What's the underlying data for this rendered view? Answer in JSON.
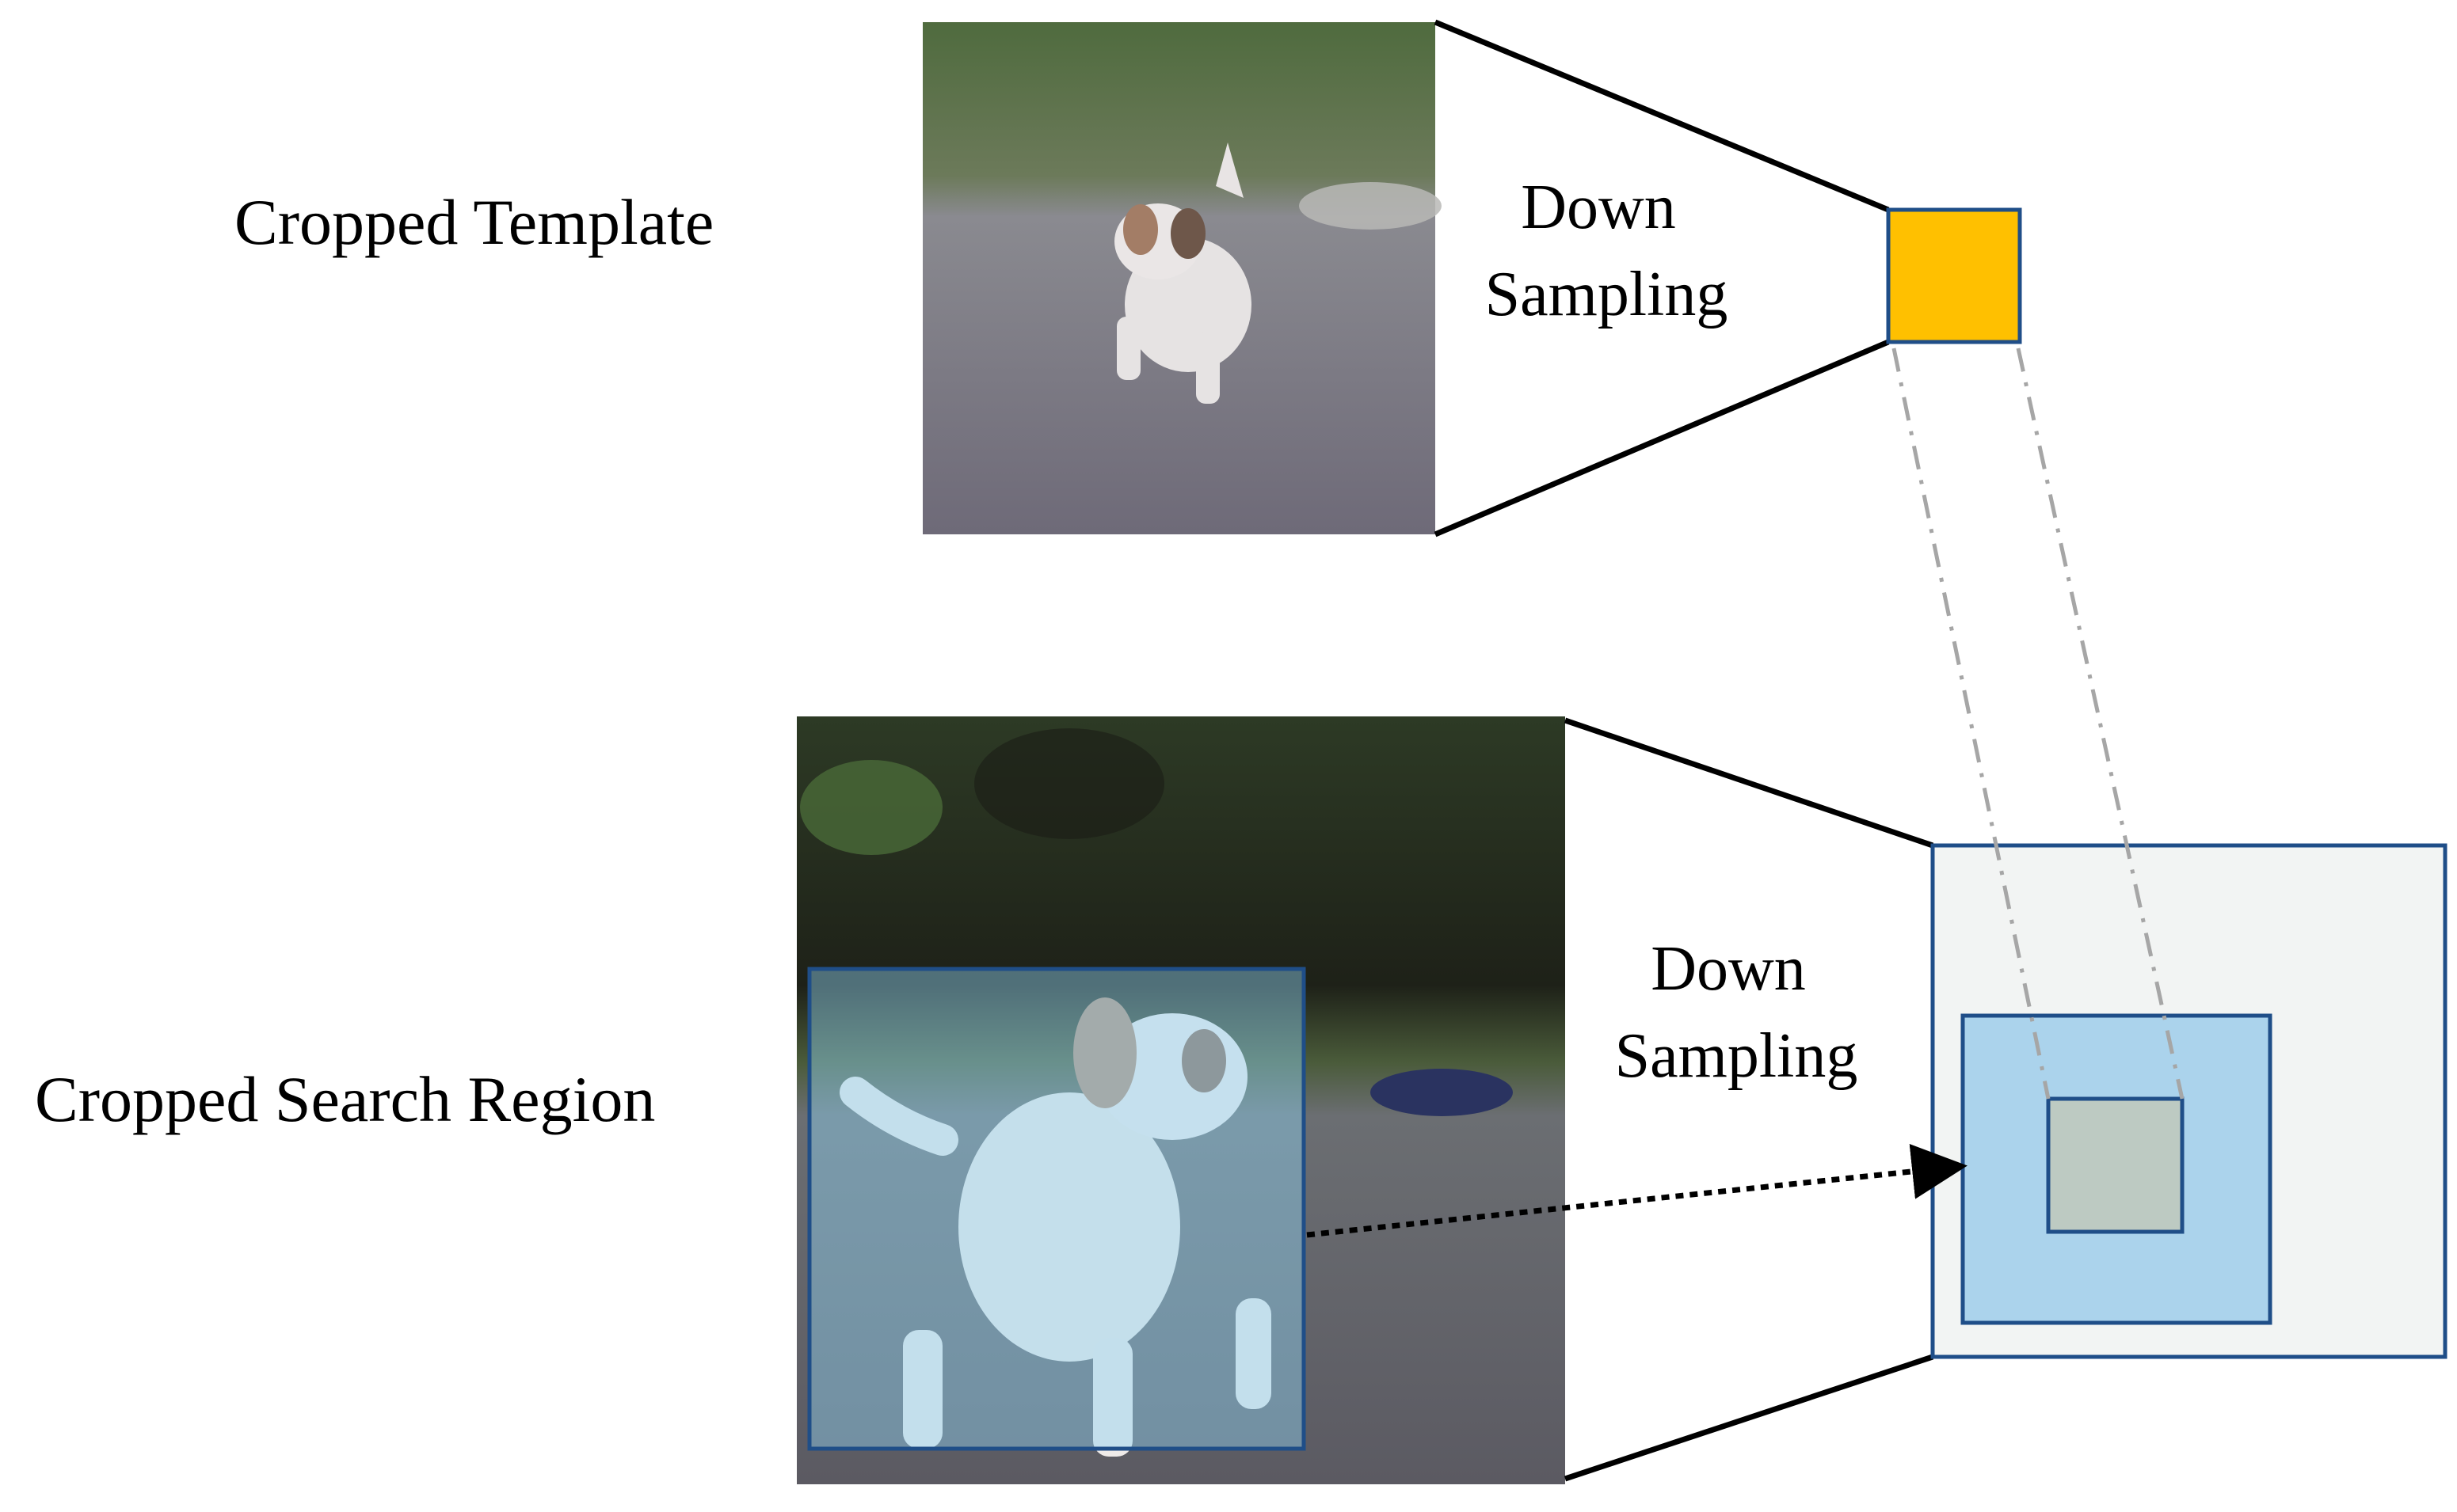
{
  "labels": {
    "template": "Cropped Template",
    "search": "Cropped Search Region",
    "down_sampling_top": [
      "Down",
      "Sampling"
    ],
    "down_sampling_bottom": [
      "Down",
      "Sampling"
    ]
  },
  "colors": {
    "template_feature": "#FFC000",
    "search_feature_bg": "#F2F4F3",
    "search_inner": "#ABD3EC",
    "search_target": "#BDCAC2",
    "box_stroke": "#1F4E88",
    "overlay": "#8FD0F0",
    "dashdot": "#A6A6A6"
  },
  "icons": {
    "template_image": "dog-template-photo",
    "search_image": "dog-search-photo"
  }
}
